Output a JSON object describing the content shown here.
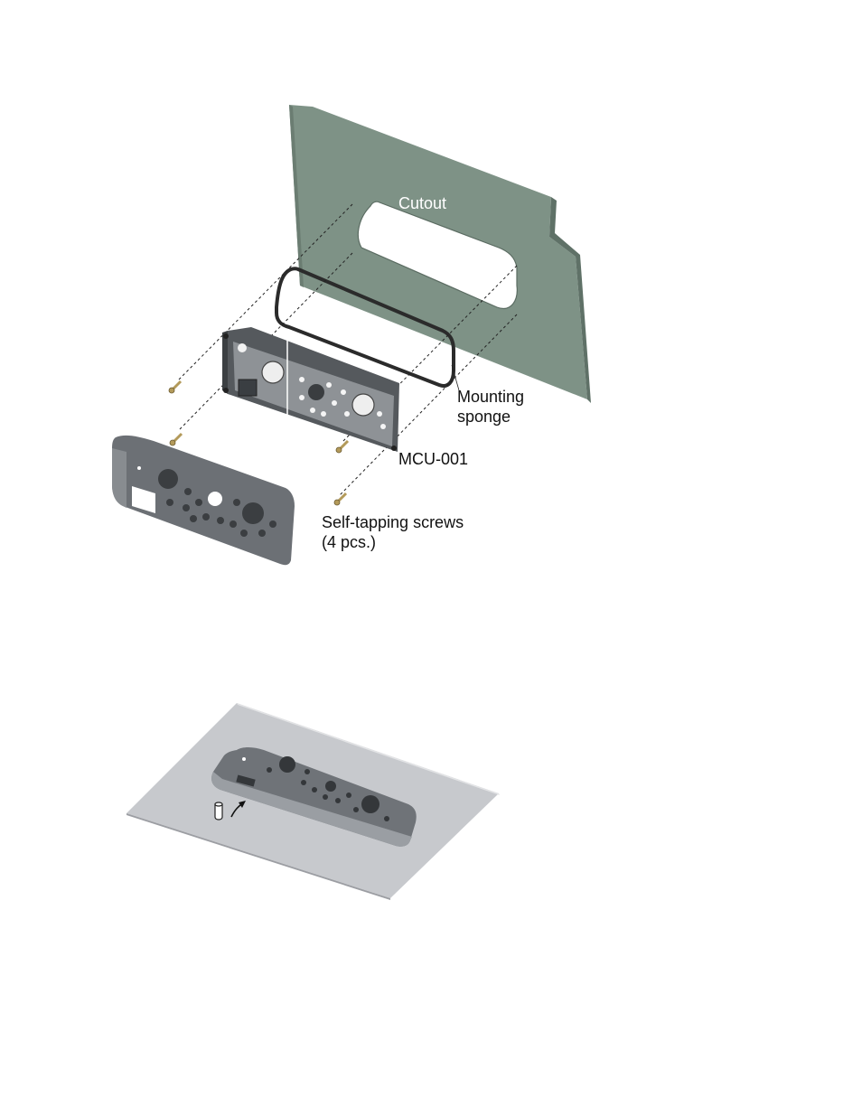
{
  "figure_top": {
    "labels": {
      "cutout": "Cutout",
      "mounting_sponge_line1": "Mounting",
      "mounting_sponge_line2": "sponge",
      "mcu": "MCU-001",
      "screws_line1": "Self-tapping screws",
      "screws_line2": "(4 pcs.)"
    },
    "colors": {
      "panel": "#7e9286",
      "panel_edge": "#5f7167",
      "unit_body": "#55595d",
      "unit_face": "#8a8e92",
      "bezel": "#6c7075",
      "screw": "#b39a5a"
    }
  },
  "figure_bottom": {
    "colors": {
      "surface": "#c7c9cd",
      "surface_edge": "#9c9ea3",
      "bezel": "#6f7378"
    }
  }
}
